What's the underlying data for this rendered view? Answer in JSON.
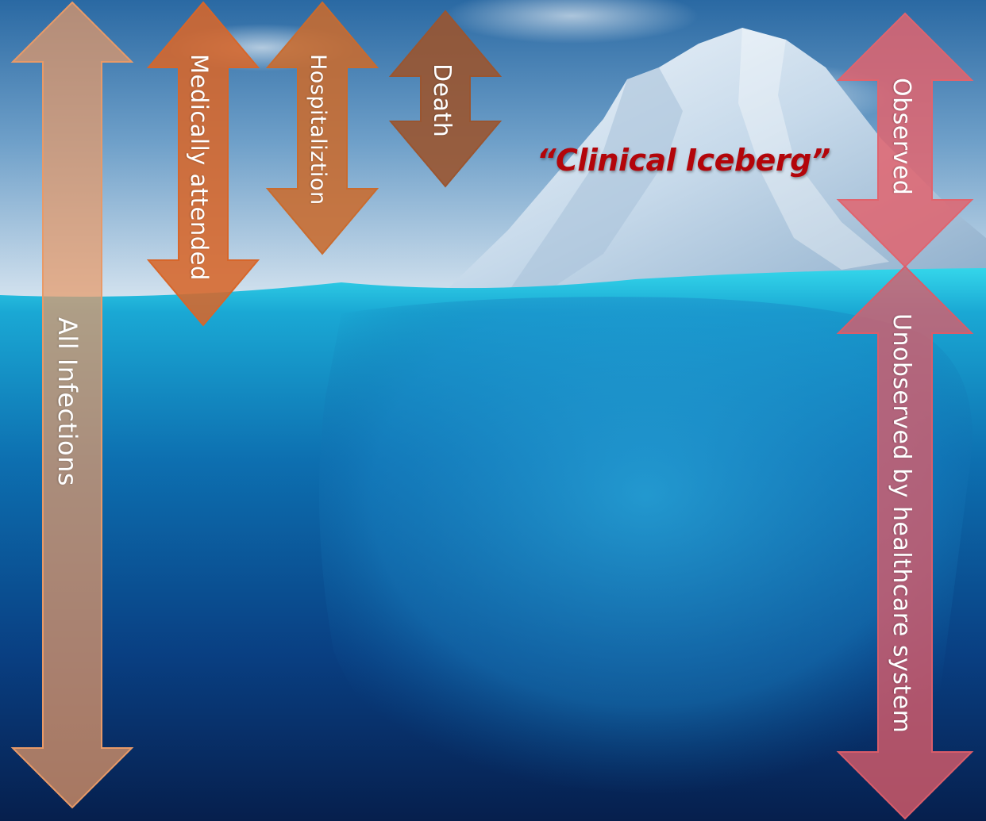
{
  "title": "“Clinical Iceberg”",
  "left_arrows": [
    {
      "key": "all",
      "label": "All Infections",
      "color": "#e89a68"
    },
    {
      "key": "medical",
      "label": "Medically attended",
      "color": "#d7662a"
    },
    {
      "key": "hospital",
      "label": "Hospitaliztion",
      "color": "#c96b2e"
    },
    {
      "key": "death",
      "label": "Death",
      "color": "#9a5530"
    }
  ],
  "right_arrows": [
    {
      "key": "observed",
      "label": "Observed",
      "color": "#e0646e"
    },
    {
      "key": "unobserved",
      "label": "Unobserved by healthcare system",
      "color": "#d95d6a"
    }
  ],
  "colors": {
    "sky_top": "#2f6fa6",
    "sky_bottom": "#d6e6f1",
    "water_surface": "#2ad3e8",
    "water_deep": "#072456",
    "iceberg": "#c9dced",
    "title": "#b3050a"
  }
}
